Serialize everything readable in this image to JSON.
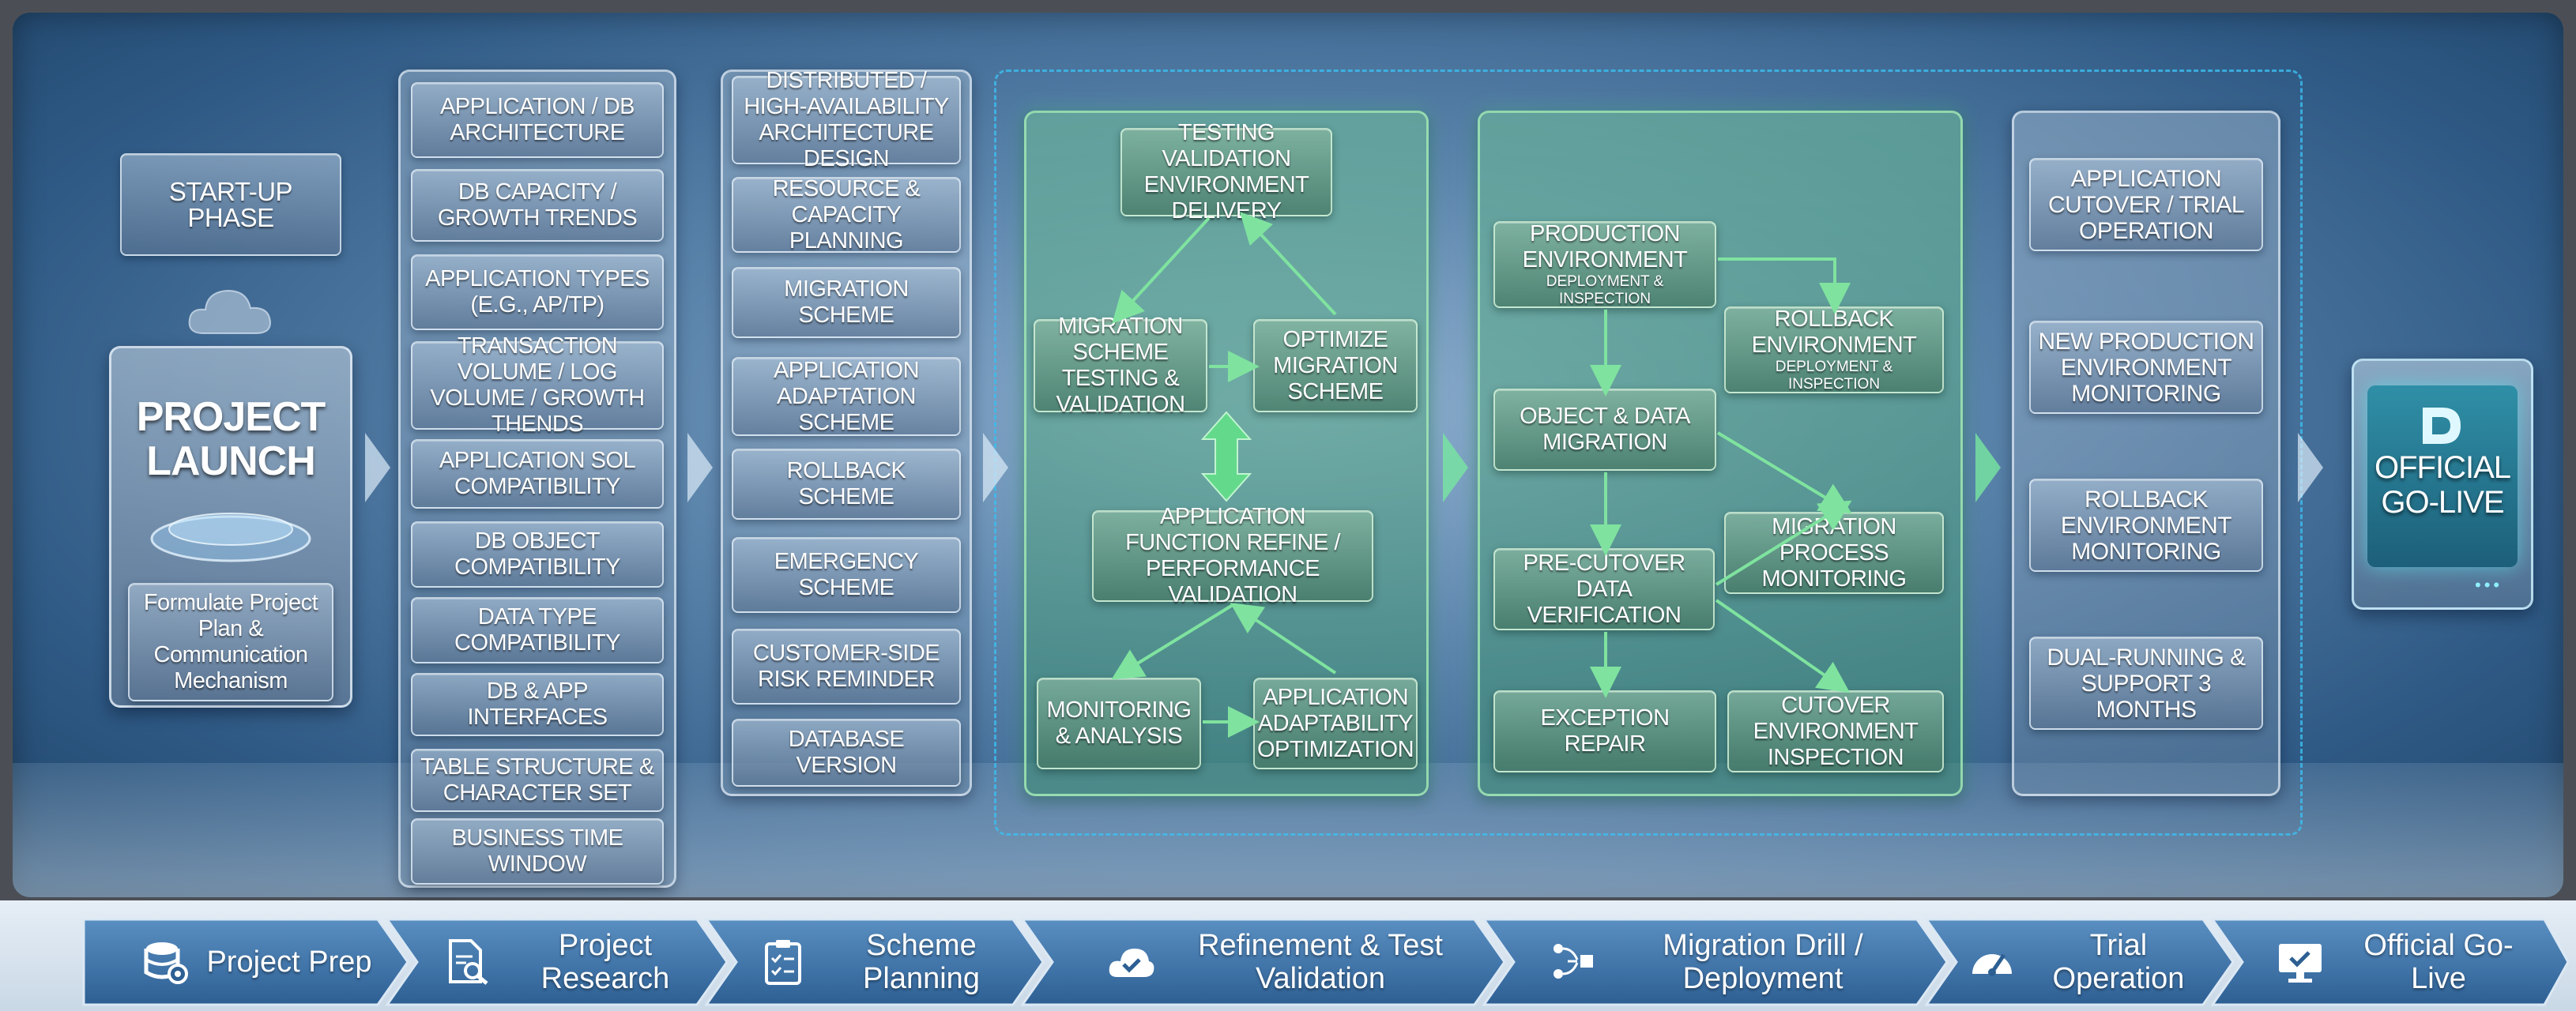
{
  "startup": {
    "phase_label": "START-UP PHASE",
    "launch_title": "PROJECT LAUNCH",
    "plan_text": "Formulate Project Plan & Communication Mechanism"
  },
  "research": {
    "items": [
      "APPLICATION / DB ARCHITECTURE",
      "DB CAPACITY / GROWTH TRENDS",
      "APPLICATION TYPES (e.g., AP/TP)",
      "TRANSACTION VOLUME / LOG VOLUME / GROWTH THENDS",
      "APPLICATION SOL COMPATIBILITY",
      "DB OBJECT COMPATIBILITY",
      "DATA TYPE COMPATIBILITY",
      "DB & APP INTERFACES",
      "TABLE STRUCTURE & CHARACTER SET",
      "BUSINESS TIME WINDOW"
    ]
  },
  "planning": {
    "items": [
      "DISTRIBUTED / HIGH-AVAILABILITY ARCHITECTURE DESIGN",
      "RESOURCE & CAPACITY PLANNING",
      "MIGRATION SCHEME",
      "APPLICATION ADAPTATION SCHEME",
      "ROLLBACK SCHEME",
      "EMERGENCY SCHEME",
      "CUSTOMER-SIDE RISK REMINDER",
      "DATABASE VERSION"
    ]
  },
  "refinement": {
    "testing_env": "TESTING VALIDATION ENVIRONMENT DELIVERY",
    "scheme_testing": "MIGRATION SCHEME TESTING & VALIDATION",
    "optimize": "OPTIMIZE MIGRATION SCHEME",
    "app_function": "APPLICATION FUNCTION REFINE / PERFORMANCE VALIDATION",
    "monitoring": "MONITORING & ANALYSIS",
    "adaptability": "APPLICATION ADAPTABILITY OPTIMIZATION"
  },
  "deployment": {
    "prod_env": "PRODUCTION ENVIRONMENT",
    "prod_env_sub": "DEPLOYMENT & INSPECTION",
    "rollback_env": "ROLLBACK ENVIRONMENT",
    "rollback_env_sub": "DEPLOYMENT & INSPECTION",
    "object_migration": "OBJECT & DATA MIGRATION",
    "process_monitoring": "MIGRATION PROCESS MONITORING",
    "pre_cutover": "PRE-CUTOVER DATA VERIFICATION",
    "exception": "EXCEPTION REPAIR",
    "cutover_inspection": "CUTOVER ENVIRONMENT INSPECTION"
  },
  "trial": {
    "items": [
      "APPLICATION CUTOVER / TRIAL OPERATION",
      "NEW PRODUCTION ENVIRONMENT MONITORING",
      "ROLLBACK ENVIRONMENT MONITORING",
      "DUAL-RUNNING & SUPPORT 3 MONTHS"
    ]
  },
  "golive": {
    "title": "OFFICIAL GO-LIVE"
  },
  "nav": {
    "steps": [
      {
        "label": "Project Prep",
        "icon": "database-gear-icon"
      },
      {
        "label": "Project Research",
        "icon": "document-search-icon"
      },
      {
        "label": "Scheme Planning",
        "icon": "clipboard-checklist-icon"
      },
      {
        "label": "Refinement & Test Validation",
        "icon": "cloud-check-icon"
      },
      {
        "label": "Migration Drill / Deployment",
        "icon": "migration-flow-icon"
      },
      {
        "label": "Trial Operation",
        "icon": "gauge-icon"
      },
      {
        "label": "Official Go-Live",
        "icon": "monitor-check-icon"
      }
    ]
  },
  "colors": {
    "stage_blue": "#2f5a85",
    "nav_blue": "#3f73a8",
    "green_panel": "#4c9a78",
    "arrow_green": "#7fe39f",
    "dashed_cyan": "#3cbef0"
  }
}
